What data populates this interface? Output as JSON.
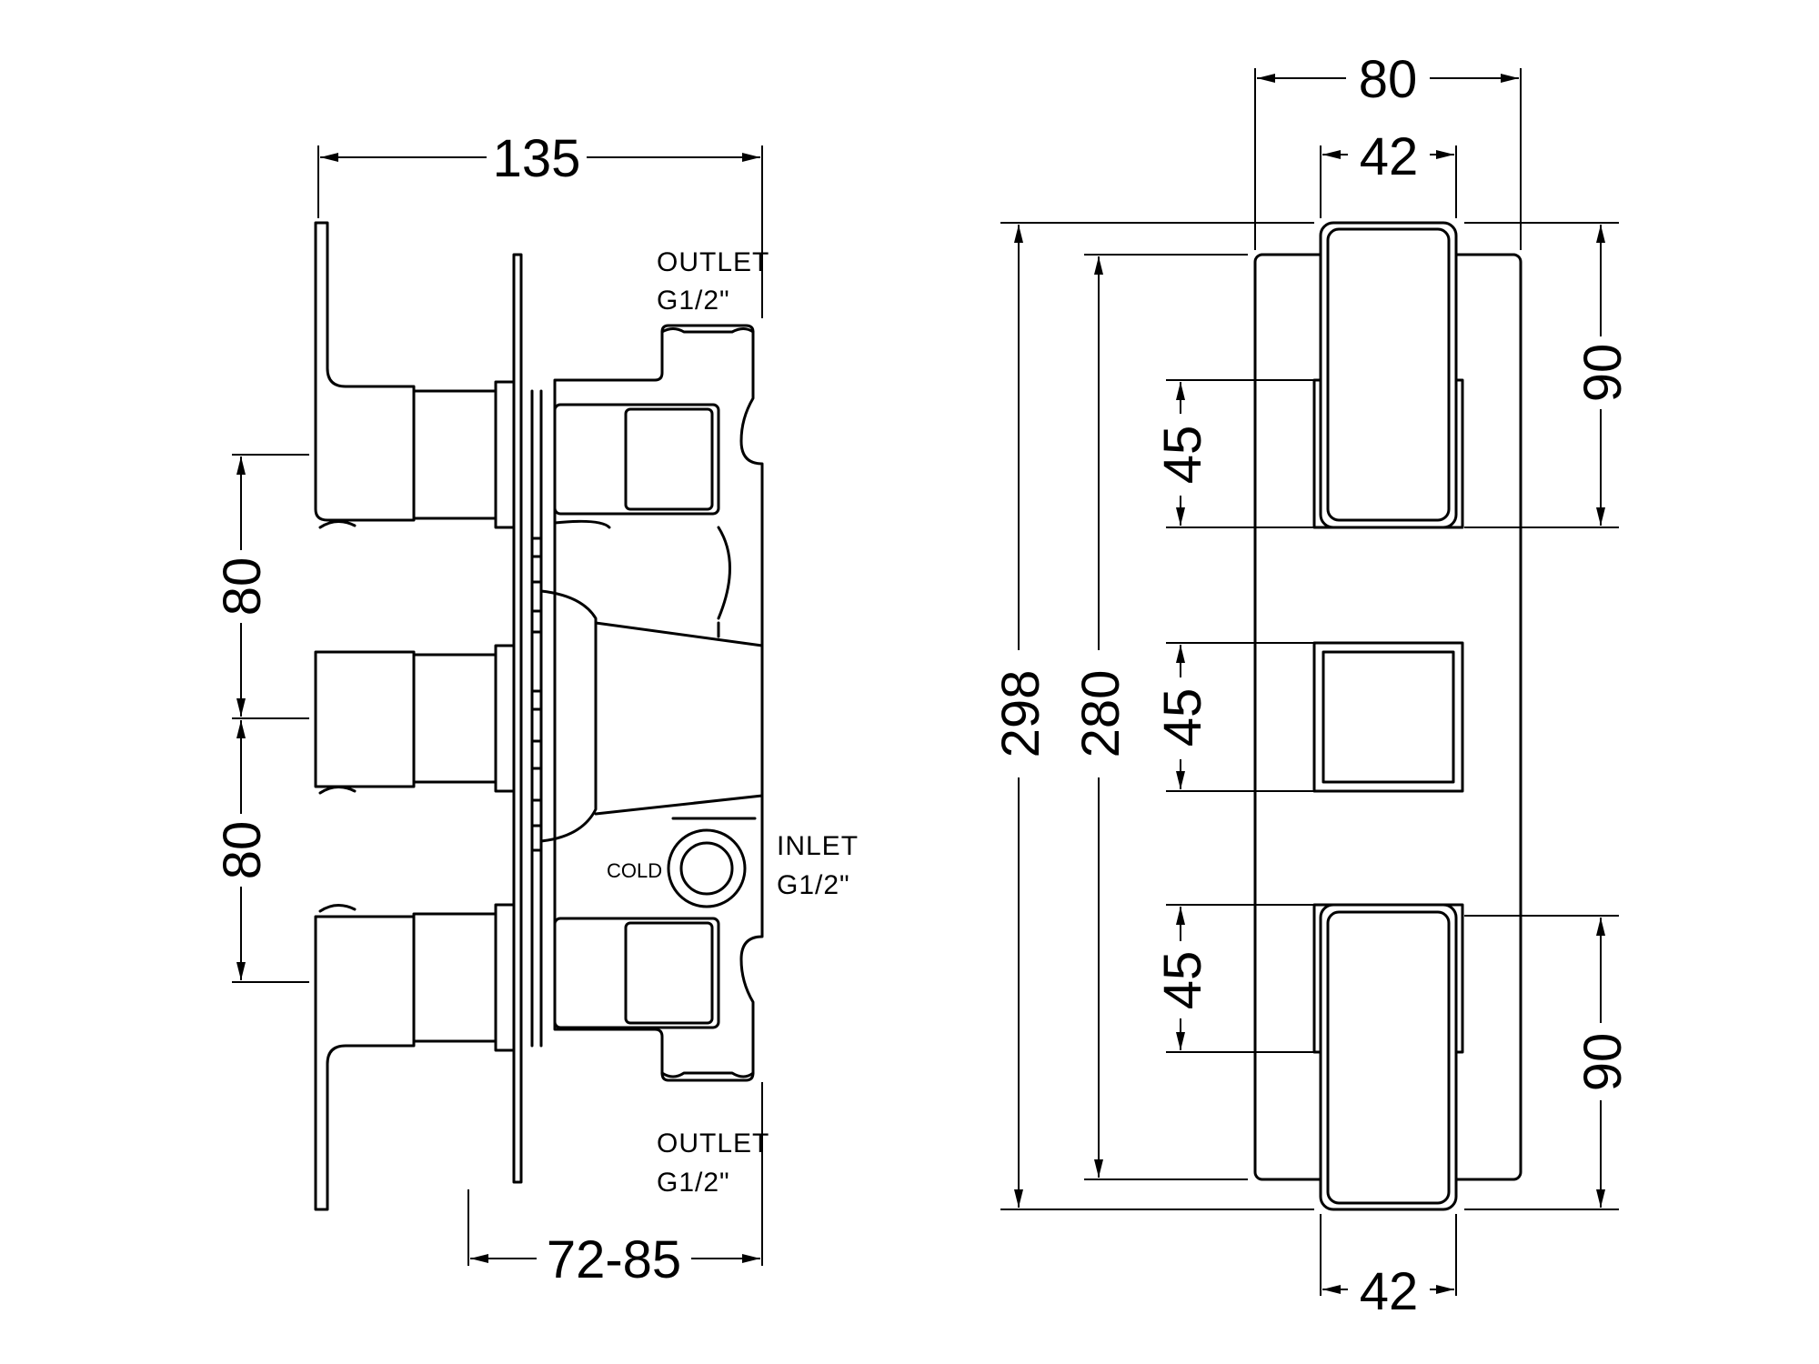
{
  "side_view": {
    "dims": {
      "overall_depth": "135",
      "handle_spacing_top": "80",
      "handle_spacing_bottom": "80",
      "wall_depth": "72-85"
    },
    "labels": {
      "outlet_top_line1": "OUTLET",
      "outlet_top_line2": "G1/2\"",
      "inlet_line1": "INLET",
      "inlet_line2": "G1/2\"",
      "cold": "COLD",
      "outlet_bottom_line1": "OUTLET",
      "outlet_bottom_line2": "G1/2\""
    }
  },
  "front_view": {
    "dims": {
      "plate_width": "80",
      "handle_width_top": "42",
      "handle_width_bottom": "42",
      "overall_height": "298",
      "plate_height": "280",
      "handle_top_height": "45",
      "knob_height": "45",
      "handle_bottom_height": "45",
      "handle_top_length": "90",
      "handle_bottom_length": "90"
    }
  }
}
